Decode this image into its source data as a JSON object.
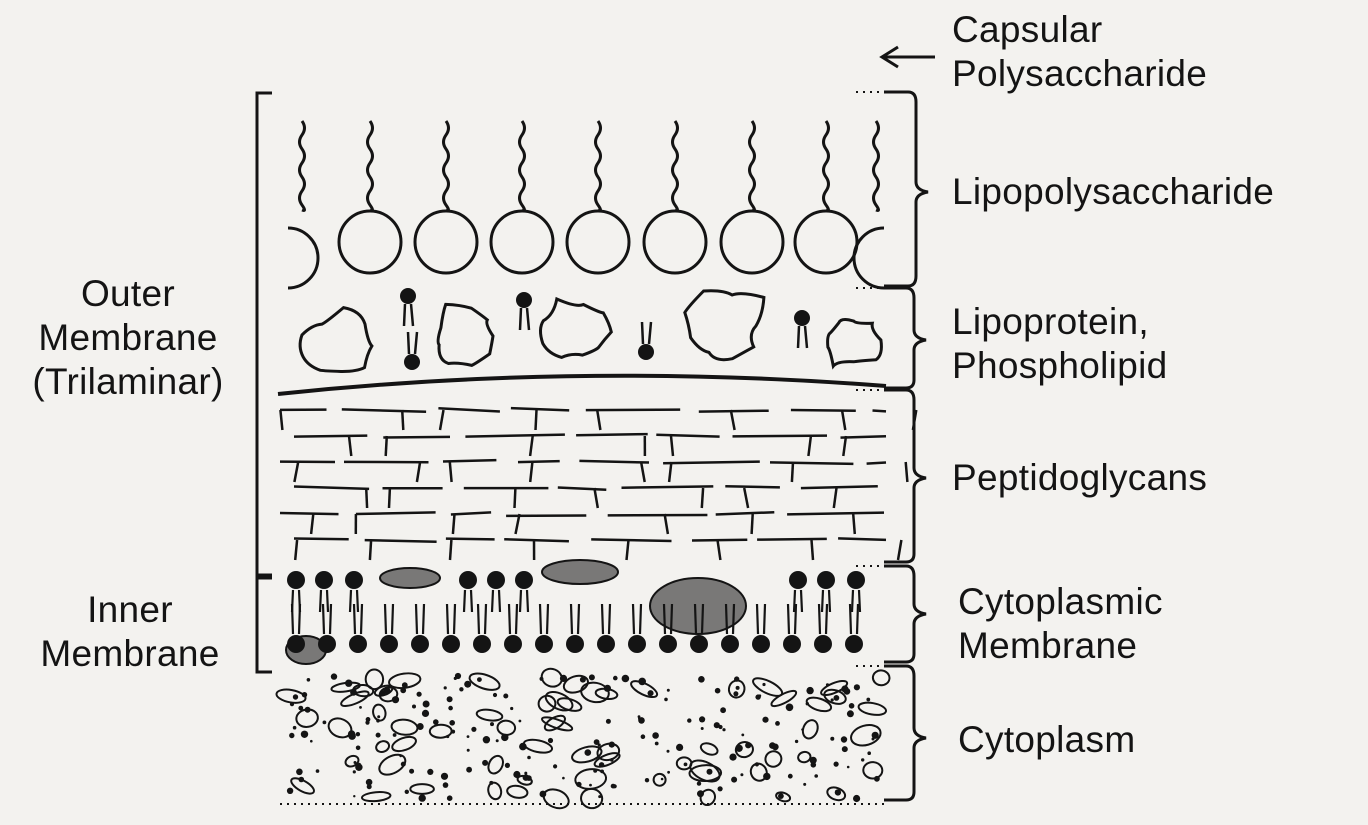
{
  "left_labels": {
    "outer": [
      "Outer",
      "Membrane",
      "(Trilaminar)"
    ],
    "inner": [
      "Inner",
      "Membrane"
    ]
  },
  "right_labels": {
    "capsular": [
      "Capsular",
      "Polysaccharide"
    ],
    "lps": [
      "Lipopolysaccharide"
    ],
    "lipoprotein": [
      "Lipoprotein,",
      "Phospholipid"
    ],
    "peptidoglycan": [
      "Peptidoglycans"
    ],
    "cytoplasmic_membrane": [
      "Cytoplasmic",
      "Membrane"
    ],
    "cytoplasm": [
      "Cytoplasm"
    ]
  },
  "colors": {
    "ink": "#141414",
    "paper": "#f3f2ef"
  }
}
